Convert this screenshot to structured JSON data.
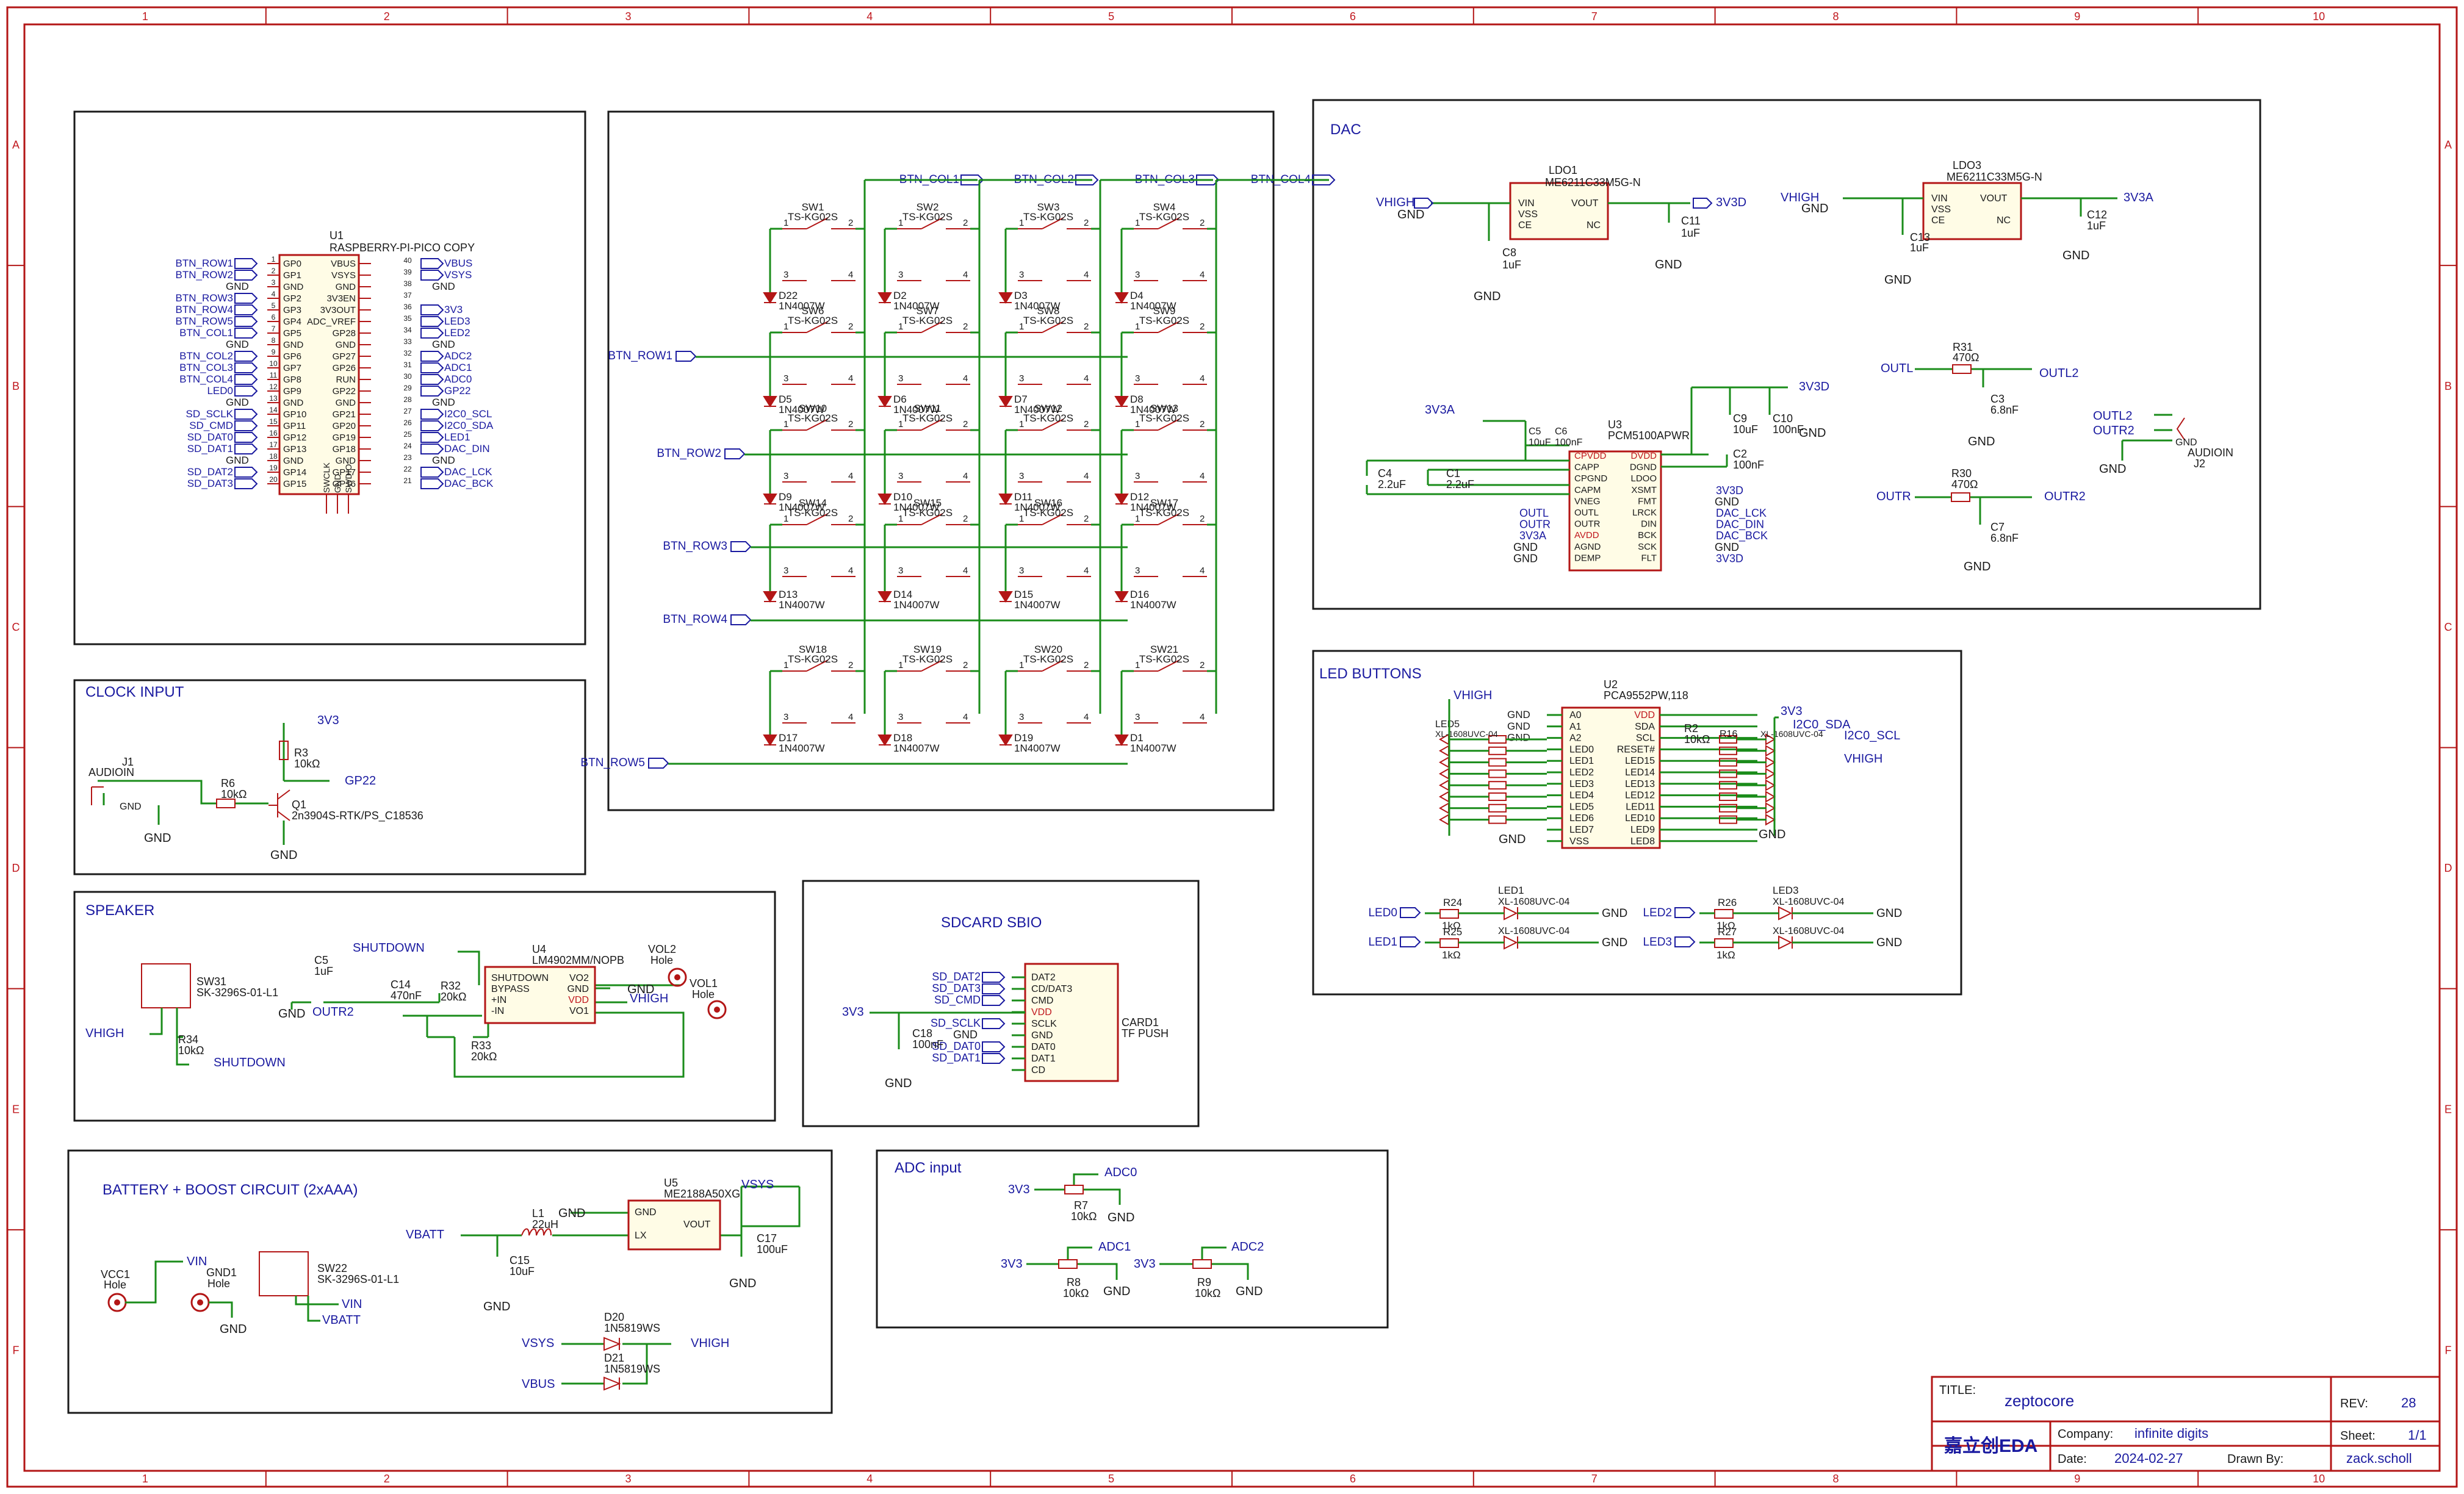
{
  "frame": {
    "cols": [
      "1",
      "2",
      "3",
      "4",
      "5",
      "6",
      "7",
      "8",
      "9",
      "10"
    ],
    "rows": [
      "A",
      "B",
      "C",
      "D",
      "E",
      "F"
    ]
  },
  "blocks": {
    "dac": "DAC",
    "clock": "CLOCK INPUT",
    "speaker": "SPEAKER",
    "battery": "BATTERY + BOOST CIRCUIT (2xAAA)",
    "sdcard": "SDCARD SBIO",
    "adc": "ADC input",
    "led": "LED BUTTONS"
  },
  "pico": {
    "ref": "U1",
    "part": "RASPBERRY-PI-PICO COPY",
    "left_nets": [
      "BTN_ROW1",
      "BTN_ROW2",
      "GND",
      "BTN_ROW3",
      "BTN_ROW4",
      "BTN_ROW5",
      "BTN_COL1",
      "GND",
      "BTN_COL2",
      "BTN_COL3",
      "BTN_COL4",
      "LED0",
      "GND",
      "SD_SCLK",
      "SD_CMD",
      "SD_DAT0",
      "SD_DAT1",
      "GND",
      "SD_DAT2",
      "SD_DAT3"
    ],
    "left_pins": [
      "GP0",
      "GP1",
      "GND",
      "GP2",
      "GP3",
      "GP4",
      "GP5",
      "GND",
      "GP6",
      "GP7",
      "GP8",
      "GP9",
      "GND",
      "GP10",
      "GP11",
      "GP12",
      "GP13",
      "GND",
      "GP14",
      "GP15"
    ],
    "right_pins": [
      "VBUS",
      "VSYS",
      "GND",
      "3V3EN",
      "3V3OUT",
      "ADC_VREF",
      "GP28",
      "GND",
      "GP27",
      "GP26",
      "RUN",
      "GP22",
      "GND",
      "GP21",
      "GP20",
      "GP19",
      "GP18",
      "GND",
      "GP17",
      "GP16"
    ],
    "right_nets": [
      "VBUS",
      "VSYS",
      "GND",
      "",
      "3V3",
      "LED3",
      "LED2",
      "GND",
      "ADC2",
      "ADC1",
      "ADC0",
      "GP22",
      "GND",
      "I2C0_SCL",
      "I2C0_SDA",
      "LED1",
      "DAC_DIN",
      "GND",
      "DAC_LCK",
      "DAC_BCK"
    ],
    "bottom_pins": [
      "SWCLK",
      "GND",
      "SWDIO"
    ]
  },
  "matrix": {
    "cols": [
      "BTN_COL1",
      "BTN_COL2",
      "BTN_COL3",
      "BTN_COL4"
    ],
    "rows": [
      "BTN_ROW1",
      "BTN_ROW2",
      "BTN_ROW3",
      "BTN_ROW4",
      "BTN_ROW5"
    ],
    "switch_part": "TS-KG02S",
    "diode_part": "1N4007W",
    "switches": [
      "SW1",
      "SW2",
      "SW3",
      "SW4",
      "SW6",
      "SW7",
      "SW8",
      "SW9",
      "SW10",
      "SW11",
      "SW12",
      "SW13",
      "SW14",
      "SW15",
      "SW16",
      "SW17",
      "SW18",
      "SW19",
      "SW20",
      "SW21"
    ],
    "diodes": [
      "D22",
      "D2",
      "D3",
      "D4",
      "D5",
      "D6",
      "D7",
      "D8",
      "D9",
      "D10",
      "D11",
      "D12",
      "D13",
      "D14",
      "D15",
      "D16",
      "D17",
      "D18",
      "D19",
      "D1"
    ]
  },
  "dac": {
    "ldo1": {
      "ref": "LDO1",
      "part": "ME6211C33M5G-N",
      "vin": "VHIGH",
      "vout": "3V3D",
      "cin": "C8",
      "cin_v": "1uF",
      "cout": "C11",
      "cout_v": "1uF"
    },
    "ldo3": {
      "ref": "LDO3",
      "part": "ME6211C33M5G-N",
      "vin": "VHIGH",
      "vout": "3V3A",
      "cin": "C13",
      "cin_v": "1uF",
      "cout": "C12",
      "cout_v": "1uF"
    },
    "u3": {
      "ref": "U3",
      "part": "PCM5100APWR",
      "left_pins": [
        "CPVDD",
        "CAPP",
        "CPGND",
        "CAPM",
        "VNEG",
        "OUTL",
        "OUTR",
        "AVDD",
        "AGND",
        "DEMP"
      ],
      "right_pins": [
        "DVDD",
        "DGND",
        "LDOO",
        "XSMT",
        "FMT",
        "LRCK",
        "DIN",
        "BCK",
        "SCK",
        "FLT"
      ],
      "left_nets": [
        "3V3A",
        "",
        "",
        "",
        "",
        "OUTL",
        "OUTR",
        "3V3A",
        "GND",
        "GND"
      ],
      "right_nets": [
        "3V3D",
        "GND",
        "",
        "3V3D",
        "GND",
        "DAC_LCK",
        "DAC_DIN",
        "DAC_BCK",
        "GND",
        "3V3D"
      ]
    },
    "caps": {
      "C4": "2.2uF",
      "C1": "2.2uF",
      "C5x": "10uF",
      "C6": "100nF",
      "C9": "10uF",
      "C10": "100nF",
      "C2": "100nF"
    },
    "filter": {
      "r31": "R31",
      "r31_v": "470Ω",
      "r30": "R30",
      "r30_v": "470Ω",
      "c3": "C3",
      "c3_v": "6.8nF",
      "c7": "C7",
      "c7_v": "6.8nF",
      "outl2": "OUTL2",
      "outr2": "OUTR2",
      "outl": "OUTL",
      "outr": "OUTR"
    },
    "jack": {
      "ref": "J2",
      "part": "AUDIOIN"
    }
  },
  "clock": {
    "j1": "J1",
    "j1_part": "AUDIOIN",
    "r6": "R6",
    "r6_v": "10kΩ",
    "r3": "R3",
    "r3_v": "10kΩ",
    "q1": "Q1",
    "q1_part": "2n3904S-RTK/PS_C18536",
    "net_3v3": "3V3",
    "net_gp22": "GP22"
  },
  "speaker": {
    "u4": "U4",
    "u4_part": "LM4902MM/NOPB",
    "u4_left": [
      "SHUTDOWN",
      "BYPASS",
      "+IN",
      "-IN"
    ],
    "u4_right": [
      "VO2",
      "GND",
      "VDD",
      "VO1"
    ],
    "sw31": "SW31",
    "sw31_part": "SK-3296S-01-L1",
    "c5": "C5",
    "c5_v": "1uF",
    "c14": "C14",
    "c14_v": "470nF",
    "r32": "R32",
    "r32_v": "20kΩ",
    "r33": "R33",
    "r33_v": "20kΩ",
    "r34": "R34",
    "r34_v": "10kΩ",
    "vol1": "VOL1",
    "vol2": "VOL2",
    "hole": "Hole",
    "shutdown": "SHUTDOWN",
    "outr2": "OUTR2",
    "vhigh": "VHIGH"
  },
  "battery": {
    "u5": "U5",
    "u5_part": "ME2188A50XG",
    "l1": "L1",
    "l1_v": "22uH",
    "c15": "C15",
    "c15_v": "10uF",
    "c17": "C17",
    "c17_v": "100uF",
    "d20": "D20",
    "d21": "D21",
    "d_part": "1N5819WS",
    "sw22": "SW22",
    "sw22_part": "SK-3296S-01-L1",
    "vcc1": "VCC1",
    "gnd1": "GND1",
    "hole": "Hole",
    "vbatt": "VBATT",
    "vsys": "VSYS",
    "vin": "VIN",
    "vbus": "VBUS",
    "vhigh": "VHIGH",
    "gnd_pin": "GND",
    "lx_pin": "LX",
    "vout_pin": "VOUT"
  },
  "sdcard": {
    "card": "CARD1",
    "card_part": "TF PUSH",
    "c18": "C18",
    "c18_v": "100nF",
    "net_3v3": "3V3",
    "pins": [
      "DAT2",
      "CD/DAT3",
      "CMD",
      "VDD",
      "SCLK",
      "GND",
      "DAT0",
      "DAT1",
      "CD"
    ],
    "nets": [
      "SD_DAT2",
      "SD_DAT3",
      "SD_CMD",
      "",
      "SD_SCLK",
      "GND",
      "SD_DAT0",
      "SD_DAT1",
      ""
    ]
  },
  "adc": {
    "r7": "R7",
    "r8": "R8",
    "r9": "R9",
    "value": "10kΩ",
    "nets": [
      "ADC0",
      "ADC1",
      "ADC2"
    ],
    "net_3v3": "3V3"
  },
  "led": {
    "u2": "U2",
    "u2_part": "PCA9552PW,118",
    "left_pins": [
      "A0",
      "A1",
      "A2",
      "LED0",
      "LED1",
      "LED2",
      "LED3",
      "LED4",
      "LED5",
      "LED6",
      "LED7",
      "VSS"
    ],
    "right_pins": [
      "VDD",
      "SDA",
      "SCL",
      "RESET#",
      "LED15",
      "LED14",
      "LED13",
      "LED12",
      "LED11",
      "LED10",
      "LED9",
      "LED8"
    ],
    "r2": "R2",
    "r2_v": "10kΩ",
    "r16": "R16",
    "i2c_sda": "I2C0_SDA",
    "i2c_scl": "I2C0_SCL",
    "net_3v3": "3V3",
    "vhigh": "VHIGH",
    "led_part": "XL-1608UVC-04",
    "bottom": [
      {
        "net": "LED0",
        "r": "R24",
        "rv": "1kΩ",
        "led": "LED1"
      },
      {
        "net": "LED1",
        "r": "R25",
        "rv": "1kΩ",
        "led": ""
      },
      {
        "net": "LED2",
        "r": "R26",
        "rv": "1kΩ",
        "led": "LED3"
      },
      {
        "net": "LED3",
        "r": "R27",
        "rv": "1kΩ",
        "led": ""
      }
    ]
  },
  "common": {
    "gnd": "GND"
  },
  "titleblock": {
    "title_label": "TITLE:",
    "title": "zeptocore",
    "rev_label": "REV:",
    "rev": "28",
    "company_label": "Company:",
    "company": "infinite digits",
    "sheet_label": "Sheet:",
    "sheet": "1/1",
    "date_label": "Date:",
    "date": "2024-02-27",
    "drawn_label": "Drawn By:",
    "drawn": "zack.scholl",
    "logo": "嘉立创EDA"
  }
}
